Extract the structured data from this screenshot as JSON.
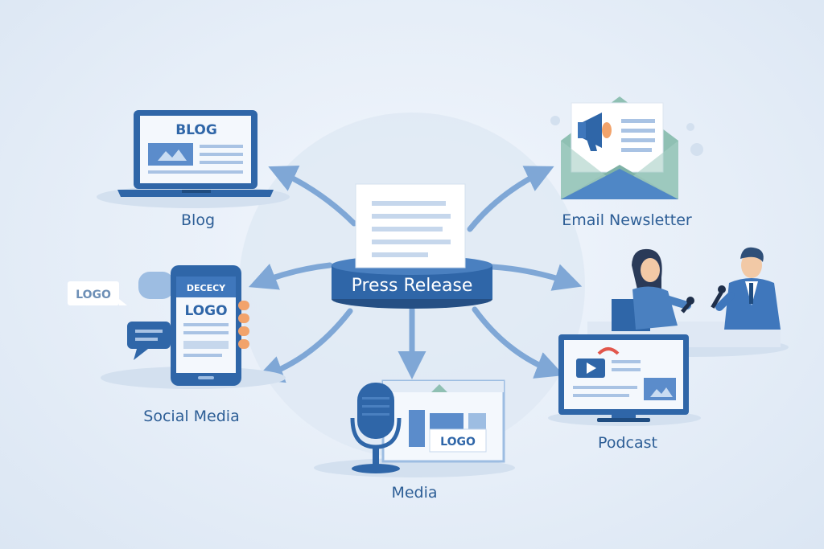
{
  "center": {
    "label": "Press Release"
  },
  "channels": {
    "blog": {
      "label": "Blog",
      "screen_text": "BLOG"
    },
    "email": {
      "label": "Email Newsletter"
    },
    "social": {
      "label": "Social Media",
      "header_text": "DECECY",
      "screen_text": "LOGO",
      "bubble_text": "LOGO"
    },
    "media": {
      "label": "Media",
      "card_text": "LOGO"
    },
    "podcast": {
      "label": "Podcast"
    }
  },
  "colors": {
    "primary": "#2f66a8",
    "arrow": "#7fa7d6",
    "accent_red": "#e2574c",
    "accent_orange": "#f2a36b",
    "envelope_green": "#8fc0b3",
    "label": "#2d5e96"
  },
  "icons": [
    "laptop-icon",
    "envelope-icon",
    "megaphone-icon",
    "smartphone-icon",
    "chat-bubble-icon",
    "microphone-icon",
    "monitor-icon",
    "play-icon",
    "document-icon"
  ]
}
